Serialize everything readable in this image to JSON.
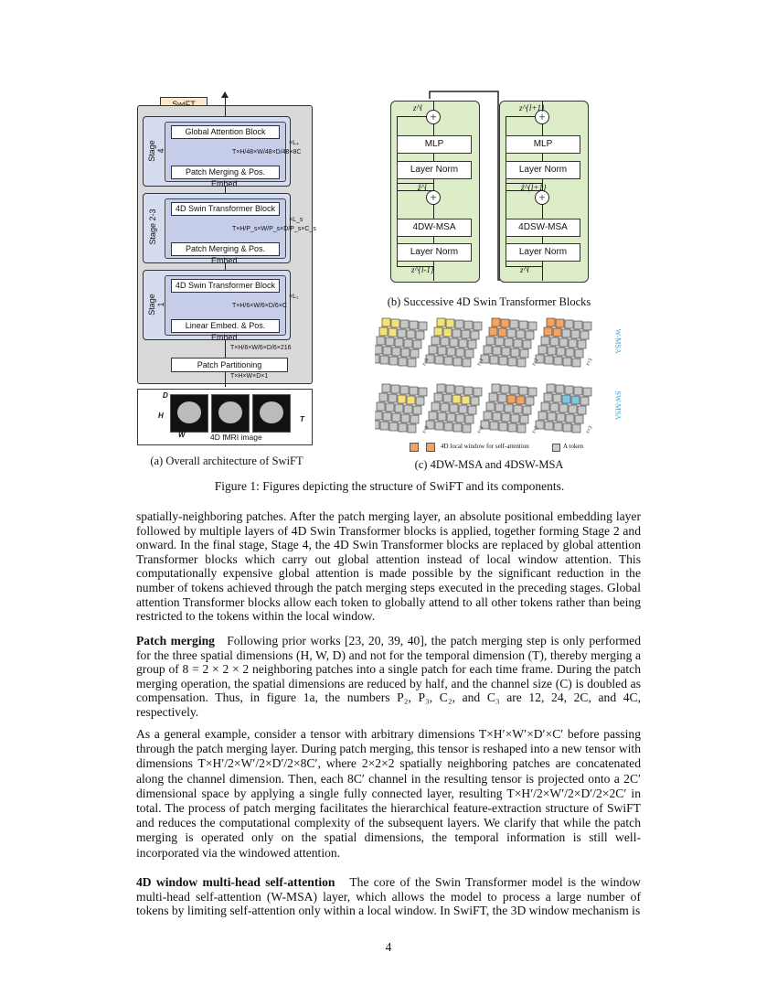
{
  "figure": {
    "arch": {
      "title": "SwiFT",
      "stage4": "Stage 4",
      "stage23": "Stage 2-3",
      "stage1": "Stage 1",
      "global_block": "Global Attention Block",
      "swin_block_a": "4D Swin Transformer Block",
      "swin_block_b": "4D Swin Transformer Block",
      "merge_a": "Patch Merging & Pos. Embed.",
      "merge_b": "Patch Merging & Pos. Embed.",
      "linear_embed": "Linear Embed. & Pos. Embed.",
      "patch_partition": "Patch Partitioning",
      "input_label": "4D fMRI image",
      "dim_stage4": "T×H/48×W/48×D/48×8C",
      "dim_stage23": "T×H/P_s×W/P_s×D/P_s×C_s",
      "dim_stage1": "T×H/6×W/6×D/6×C",
      "dim_partition": "T×H/6×W/6×D/6×216",
      "dim_input": "T×H×W×D×1",
      "rep4": "×L₄",
      "rep23": "×L_s",
      "rep1": "×L₁",
      "axis_d": "D",
      "axis_h": "H",
      "axis_w": "W",
      "axis_t": "T"
    },
    "swin": {
      "left": {
        "mlp": "MLP",
        "norm2": "Layer Norm",
        "attn": "4DW-MSA",
        "norm1": "Layer Norm",
        "z_out": "z^l",
        "z_mid": "ẑ^l",
        "z_in": "z^{l-1}"
      },
      "right": {
        "mlp": "MLP",
        "norm2": "Layer Norm",
        "attn": "4DSW-MSA",
        "norm1": "Layer Norm",
        "z_out": "z^{l+1}",
        "z_mid": "ẑ^{l+1}",
        "z_in": "z^l"
      }
    },
    "window": {
      "row1_label": "W-MSA",
      "row2_label": "SW-MSA",
      "time_labels": [
        "t=0",
        "t=1",
        "t=2",
        "t=3"
      ],
      "legend_window": "4D local window for self-attention",
      "legend_token": "A token"
    },
    "caption_a": "(a) Overall architecture of SwiFT",
    "caption_b": "(b) Successive 4D Swin Transformer Blocks",
    "caption_c": "(c) 4DW-MSA and 4DSW-MSA",
    "caption_main": "Figure 1: Figures depicting the structure of SwiFT and its components."
  },
  "body": {
    "p1": "spatially-neighboring patches. After the patch merging layer, an absolute positional embedding layer followed by multiple layers of 4D Swin Transformer blocks is applied, together forming Stage 2 and onward. In the final stage, Stage 4, the 4D Swin Transformer blocks are replaced by global attention Transformer blocks which carry out global attention instead of local window attention. This computationally expensive global attention is made possible by the significant reduction in the number of tokens achieved through the patch merging steps executed in the preceding stages. Global attention Transformer blocks allow each token to globally attend to all other tokens rather than being restricted to the tokens within the local window.",
    "h_patch": "Patch merging",
    "p2": "Following prior works [23, 20, 39, 40], the patch merging step is only performed for the three spatial dimensions (H, W, D) and not for the temporal dimension (T), thereby merging a group of 8 = 2 × 2 × 2 neighboring patches into a single patch for each time frame. During the patch merging operation, the spatial dimensions are reduced by half, and the channel size (C) is doubled as compensation. Thus, in figure 1a, the numbers P₂, P₃, C₂, and C₃ are 12, 24, 2C, and 4C, respectively.",
    "p3": "As a general example, consider a tensor with arbitrary dimensions T×H′×W′×D′×C′ before passing through the patch merging layer. During patch merging, this tensor is reshaped into a new tensor with dimensions T×H′/2×W′/2×D′/2×8C′, where 2×2×2 spatially neighboring patches are concatenated along the channel dimension. Then, each 8C′ channel in the resulting tensor is projected onto a 2C′ dimensional space by applying a single fully connected layer, resulting T×H′/2×W′/2×D′/2×2C′ in total. The process of patch merging facilitates the hierarchical feature-extraction structure of SwiFT and reduces the computational complexity of the subsequent layers. We clarify that while the patch merging is operated only on the spatial dimensions, the temporal information is still well-incorporated via the windowed attention.",
    "h_window": "4D window multi-head self-attention",
    "p4": "The core of the Swin Transformer model is the window multi-head self-attention (W-MSA) layer, which allows the model to process a large number of tokens by limiting self-attention only within a local window. In SwiFT, the 3D window mechanism is",
    "page_number": "4"
  }
}
